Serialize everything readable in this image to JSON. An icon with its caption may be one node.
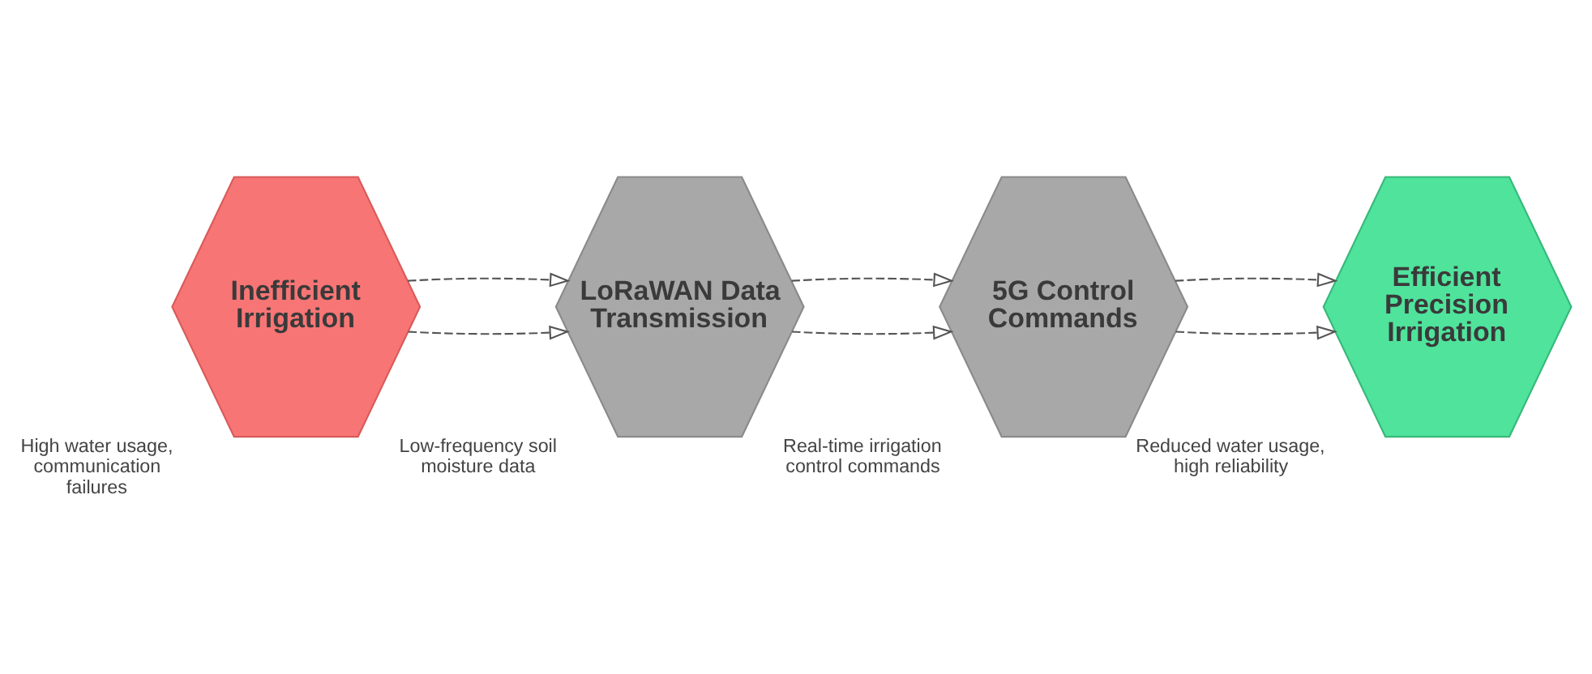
{
  "diagram": {
    "nodes": [
      {
        "text": [
          "Inefficient Irrigation"
        ],
        "beside": [
          "High water usage, communication failures"
        ]
      },
      {
        "text": [
          "LoRaWAN Data Transmission"
        ],
        "beside": [
          "Low-frequency soil moisture data"
        ]
      },
      {
        "text": [
          "5G Control Commands"
        ],
        "beside": [
          "Real-time irrigation control commands"
        ]
      },
      {
        "text": [
          "Efficient Precision Irrigation"
        ],
        "beside": [
          "Reduced water usage, high reliability"
        ]
      }
    ],
    "edges": [
      {
        "from": 0,
        "to": 1,
        "arrow": "to",
        "style": "dashed"
      },
      {
        "from": 1,
        "to": 2,
        "arrow": "to",
        "style": "dashed"
      },
      {
        "from": 2,
        "to": 3,
        "arrow": "to",
        "style": "dashed"
      },
      {
        "from": 0,
        "to": 1,
        "arrow": "to",
        "style": "dashed"
      },
      {
        "from": 1,
        "to": 2,
        "arrow": "to",
        "style": "dashed"
      },
      {
        "from": 2,
        "to": 3,
        "arrow": "to",
        "style": "dashed"
      }
    ]
  }
}
